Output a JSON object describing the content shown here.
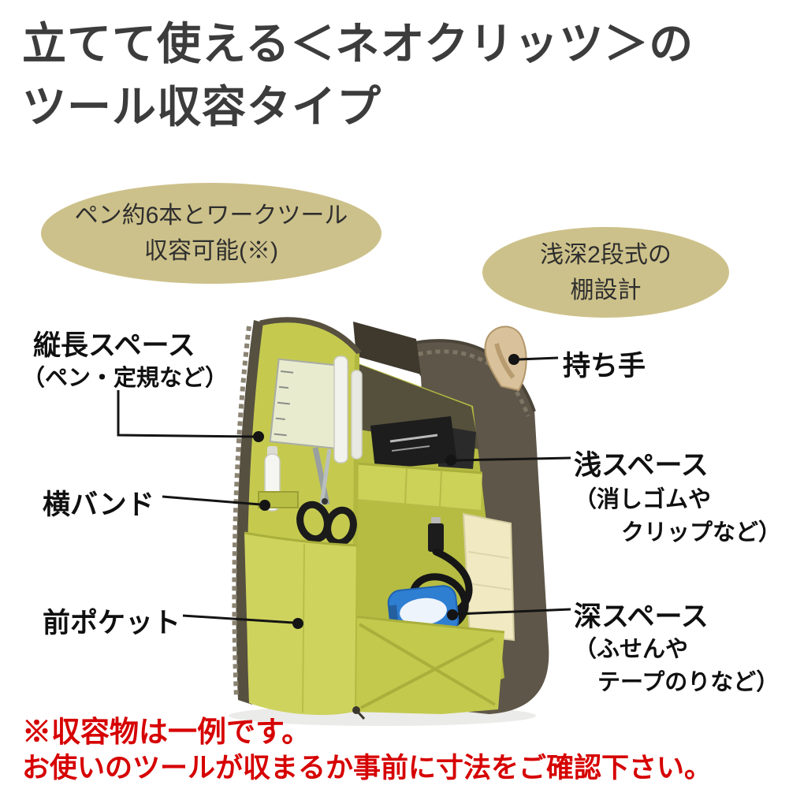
{
  "title": {
    "line1": "立てて使える＜ネオクリッツ＞の",
    "line2": "ツール収容タイプ"
  },
  "bubbles": {
    "pen_capacity": {
      "line1": "ペン約6本とワークツール",
      "line2": "収容可能(※)"
    },
    "shelf_design": {
      "line1": "浅深2段式の",
      "line2": "棚設計"
    }
  },
  "labels": {
    "vertical_space": {
      "title": "縦長スペース",
      "sub": "（ペン・定規など）"
    },
    "side_band": {
      "title": "横バンド"
    },
    "front_pocket": {
      "title": "前ポケット"
    },
    "handle": {
      "title": "持ち手"
    },
    "shallow_space": {
      "title": "浅スペース",
      "sub1": "（消しゴムや",
      "sub2": "クリップなど）"
    },
    "deep_space": {
      "title": "深スペース",
      "sub1": "（ふせんや",
      "sub2": "テープのりなど）"
    }
  },
  "footnote": {
    "line1": "※収容物は一例です。",
    "line2": "お使いのツールが収まるか事前に寸法をご確認下さい。"
  },
  "colors": {
    "bubble_bg": "#cdc18b",
    "title_text": "#3c3c3c",
    "label_text": "#101010",
    "warning_text": "#d60000",
    "case_interior_green": "#c5ca4f",
    "case_exterior_brown": "#5e5648",
    "handle_tan": "#d9c29b"
  }
}
